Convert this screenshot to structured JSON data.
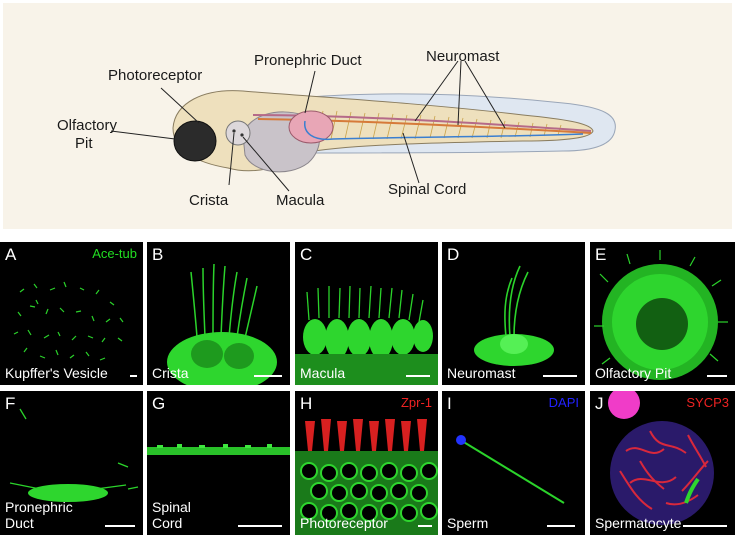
{
  "diagram": {
    "labels": {
      "photoreceptor": "Photoreceptor",
      "pronephric_duct": "Pronephric Duct",
      "neuromast": "Neuromast",
      "olfactory_pit_line1": "Olfactory",
      "olfactory_pit_line2": "Pit",
      "crista": "Crista",
      "macula": "Macula",
      "spinal_cord": "Spinal Cord"
    }
  },
  "panels": [
    {
      "letter": "A",
      "label": "Kupffer's Vesicle",
      "marker": "Ace-tub",
      "marker_color": "#22dd22"
    },
    {
      "letter": "B",
      "label": "Crista"
    },
    {
      "letter": "C",
      "label": "Macula"
    },
    {
      "letter": "D",
      "label": "Neuromast"
    },
    {
      "letter": "E",
      "label": "Olfactory Pit"
    },
    {
      "letter": "F",
      "label_line1": "Pronephric",
      "label_line2": "Duct"
    },
    {
      "letter": "G",
      "label_line1": "Spinal",
      "label_line2": "Cord"
    },
    {
      "letter": "H",
      "label": "Photoreceptor",
      "marker": "Zpr-1",
      "marker_color": "#ee2222"
    },
    {
      "letter": "I",
      "label": "Sperm",
      "marker": "DAPI",
      "marker_color": "#2222ff"
    },
    {
      "letter": "J",
      "label": "Spermatocyte",
      "marker": "SYCP3",
      "marker_color": "#ee2222"
    }
  ],
  "colors": {
    "stain_green": "#33dd33",
    "stain_red": "#dd2222",
    "stain_blue": "#2233ff"
  }
}
